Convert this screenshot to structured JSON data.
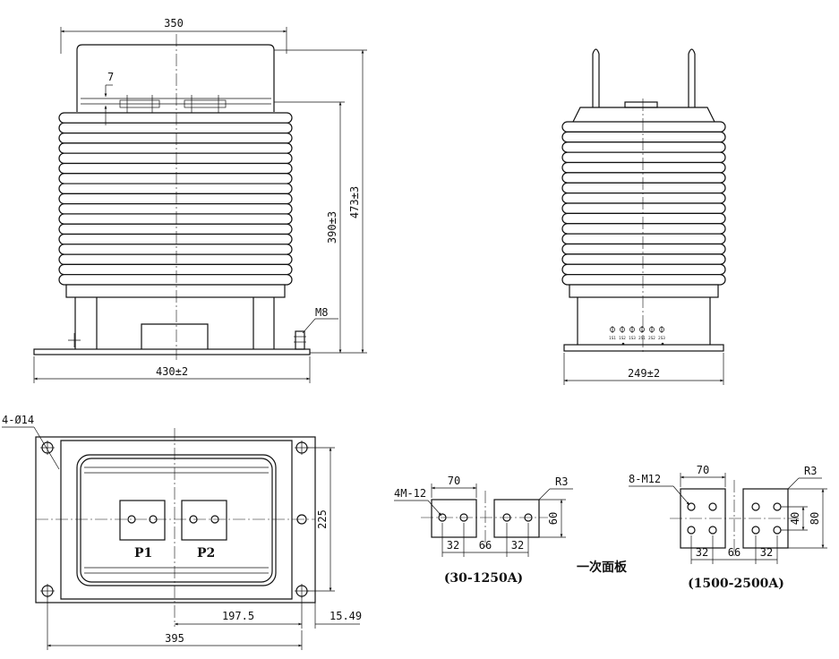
{
  "front_view": {
    "width_top": "350",
    "width_base": "430±2",
    "height_inner": "390±3",
    "height_total": "473±3",
    "step": "7",
    "bolt": "M8"
  },
  "side_view": {
    "width": "249±2",
    "terminals": [
      "1S1",
      "1S2",
      "1S3",
      "2S1",
      "2S2",
      "2S3"
    ]
  },
  "plan_view": {
    "holes": "4-Ø14",
    "height": "225",
    "offset": "197.5",
    "edge": "15.49",
    "length": "395",
    "p1": "P1",
    "p2": "P2"
  },
  "panel_small": {
    "holes": "4M-12",
    "width": "70",
    "radius": "R3",
    "height": "60",
    "spacing_a": "32",
    "gap": "66",
    "spacing_b": "32",
    "range": "(30-1250A)"
  },
  "panel_large": {
    "holes": "8-M12",
    "width": "70",
    "radius": "R3",
    "height_inner": "40",
    "height_outer": "80",
    "spacing_a": "32",
    "gap": "66",
    "spacing_b": "32",
    "range": "(1500-2500A)"
  },
  "caption": "一次面板"
}
